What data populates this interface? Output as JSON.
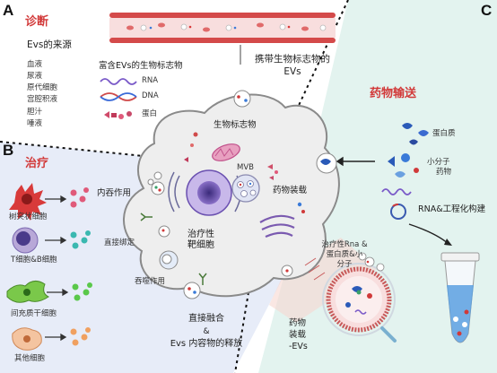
{
  "panels": {
    "a": {
      "letter": "A",
      "title": "诊断",
      "sources_title": "Evs的来源",
      "sources": [
        "血液",
        "尿液",
        "原代细胞",
        "宫腔积液",
        "胆汁",
        "唾液"
      ],
      "enriched_title": "富含EVs的生物标志物",
      "legend": {
        "rna": "RNA",
        "dna": "DNA",
        "protein": "蛋白"
      },
      "carrying_line1": "携带生物标志物的",
      "carrying_line2": "EVs",
      "biomarker": "生物标志物"
    },
    "b": {
      "letter": "B",
      "title": "治疗",
      "cells": [
        "树突状细胞",
        "T细胞&B细胞",
        "间充质干细胞",
        "其他细胞"
      ],
      "endocytosis": "内吞作用",
      "direct_binding": "直接绑定",
      "phagocytosis": "吞噬作用",
      "target_line1": "治疗性",
      "target_line2": "靶细胞",
      "fusion_line1": "直接融合",
      "fusion_line2": "&",
      "fusion_line3": "Evs 内容物的释放"
    },
    "c": {
      "letter": "C",
      "title": "药物输送",
      "protein": "蛋白质",
      "small_line1": "小分子",
      "small_line2": "药物",
      "rna_eng": "RNA&工程化构建",
      "cargo_line1": "治疗性Rna &",
      "cargo_line2": "蛋白质&小",
      "cargo_line3": "分子",
      "loaded_line1": "药物",
      "loaded_line2": "装载",
      "loaded_line3": "-EVs"
    },
    "center": {
      "mvb": "MVB",
      "drug_loading": "药物装载"
    }
  },
  "colors": {
    "red_title": "#d23a3a",
    "blue_bg": "#e7ecf8",
    "green_bg": "#e3f3ef",
    "cell_fill": "#eeeeee",
    "cell_stroke": "#8a8a8a"
  }
}
